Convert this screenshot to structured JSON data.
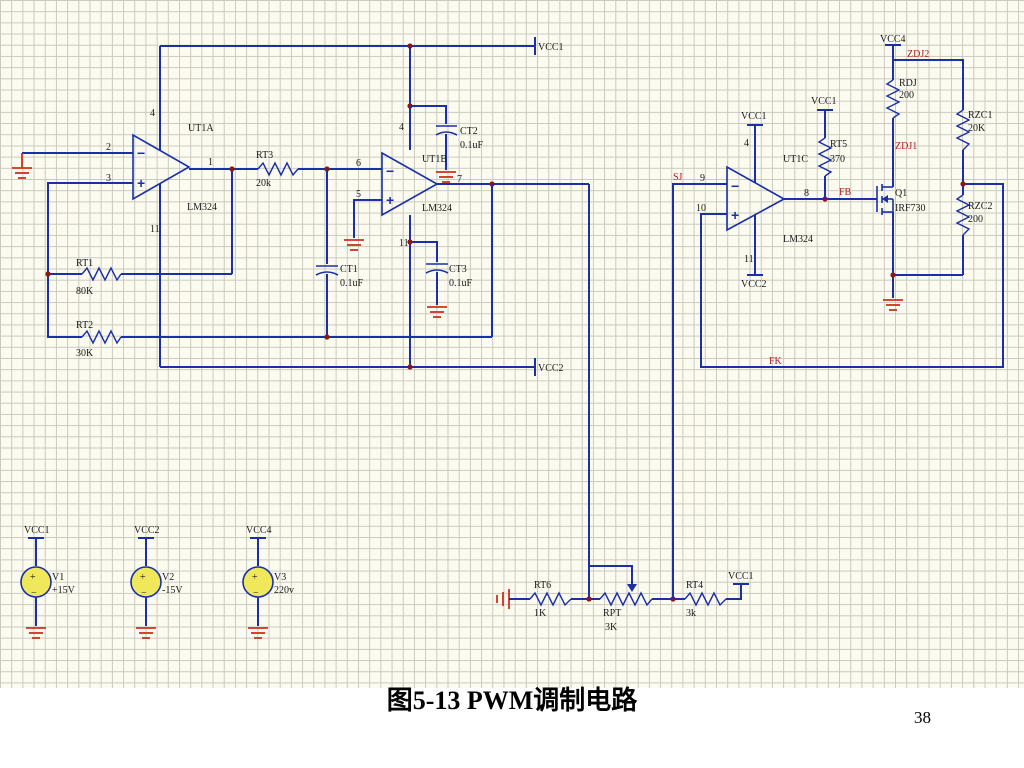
{
  "caption": "图5-13 PWM调制电路",
  "page_number": "38",
  "labels": {
    "vcc1_top": "VCC1",
    "vcc2_mid": "VCC2",
    "vcc4": "VCC4",
    "zdj2": "ZDJ2",
    "rdj": "RDJ",
    "rdj_val": "200",
    "rzc1": "RZC1",
    "rzc1_val": "20K",
    "rzc2": "RZC2",
    "rzc2_val": "200",
    "zdj1": "ZDJ1",
    "ut1a": "UT1A",
    "ut1a_part": "LM324",
    "ut1b": "UT1B",
    "ut1b_part": "LM324",
    "ut1c": "UT1C",
    "ut1c_part": "LM324",
    "rt3": "RT3",
    "rt3_val": "20k",
    "rt1": "RT1",
    "rt1_val": "80K",
    "rt2": "RT2",
    "rt2_val": "30K",
    "ct1": "CT1",
    "ct1_val": "0.1uF",
    "ct2": "CT2",
    "ct2_val": "0.1uF",
    "ct3": "CT3",
    "ct3_val": "0.1uF",
    "vcc1_c": "VCC1",
    "vcc1_rt5": "VCC1",
    "rt5": "RT5",
    "rt5_val": "370",
    "vcc2_c": "VCC2",
    "sj": "SJ",
    "fb": "FB",
    "fk": "FK",
    "q1": "Q1",
    "q1_part": "IRF730",
    "rt6": "RT6",
    "rt6_val": "1K",
    "rpt": "RPT",
    "rpt_val": "3K",
    "rt4": "RT4",
    "rt4_val": "3k",
    "vcc1_rt4": "VCC1",
    "v1_net": "VCC1",
    "v1": "V1",
    "v1_val": "+15V",
    "v2_net": "VCC2",
    "v2": "V2",
    "v2_val": "-15V",
    "v3_net": "VCC4",
    "v3": "V3",
    "v3_val": "220v",
    "p_a2": "2",
    "p_a3": "3",
    "p_a1": "1",
    "p_a4": "4",
    "p_a11": "11",
    "p_b6": "6",
    "p_b5": "5",
    "p_b7": "7",
    "p_b4": "4",
    "p_b11": "11",
    "p_c9": "9",
    "p_c10": "10",
    "p_c8": "8",
    "p_c4": "4",
    "p_c11": "11",
    "minus": "−",
    "plus": "+"
  }
}
